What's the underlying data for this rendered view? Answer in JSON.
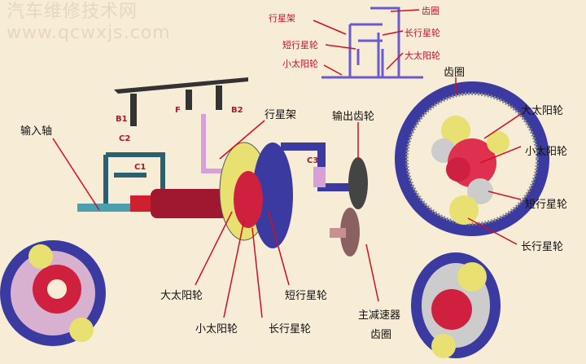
{
  "watermark": "汽车维修技术网 www.qcwxjs.com",
  "schematic": {
    "labels": {
      "carrier": "行星架",
      "short_pinion": "短行星轮",
      "small_sun": "小太阳轮",
      "ring": "齿圈",
      "long_pinion": "长行星轮",
      "large_sun": "大太阳轮"
    }
  },
  "main": {
    "input_shaft": "输入轴",
    "carrier": "行星架",
    "output_gear": "输出齿轮",
    "large_sun": "大太阳轮",
    "small_sun": "小太阳轮",
    "short_pinion": "短行星轮",
    "long_pinion": "长行星轮",
    "final_drive_line1": "主减速器",
    "final_drive_line2": "齿圈",
    "elements": {
      "b1": "B1",
      "c2": "C2",
      "c1": "C1",
      "f": "F",
      "b2": "B2",
      "c3": "C3"
    }
  },
  "right_view": {
    "ring": "齿圈",
    "large_sun": "大太阳轮",
    "small_sun": "小太阳轮",
    "short_pinion": "短行星轮",
    "long_pinion": "长行星轮"
  },
  "colors": {
    "background": "#f7ecd6",
    "arrow": "#d01020",
    "ring": "#3a3aa0",
    "gear_yellow": "#e8e070",
    "sun_red": "#d02040"
  }
}
